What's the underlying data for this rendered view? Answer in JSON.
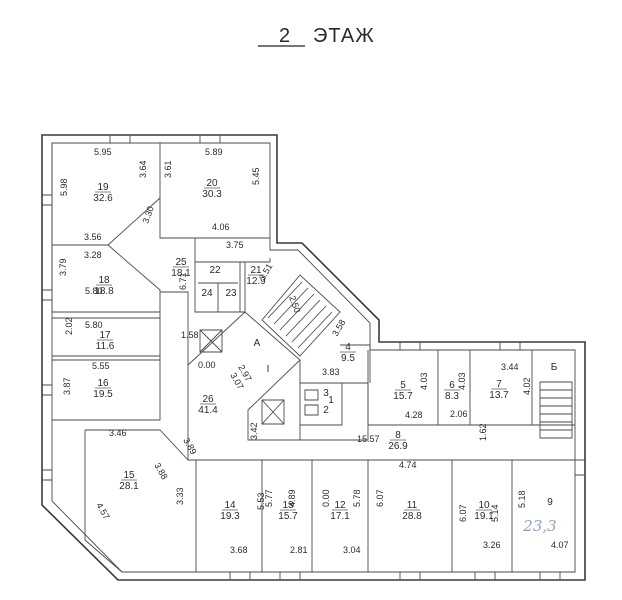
{
  "title": {
    "number": "2",
    "word": "ЭТАЖ"
  },
  "rooms": [
    {
      "id": "r19",
      "number": "19",
      "area": "32.6"
    },
    {
      "id": "r20",
      "number": "20",
      "area": "30.3"
    },
    {
      "id": "r25",
      "number": "25",
      "area": "18.1"
    },
    {
      "id": "r18",
      "number": "18",
      "area": "18.8"
    },
    {
      "id": "r21",
      "number": "21",
      "area": "12.9"
    },
    {
      "id": "r22",
      "number": "22",
      "area": ""
    },
    {
      "id": "r23",
      "number": "23",
      "area": ""
    },
    {
      "id": "r24",
      "number": "24",
      "area": ""
    },
    {
      "id": "r17",
      "number": "17",
      "area": "11.6"
    },
    {
      "id": "r16",
      "number": "16",
      "area": "19.5"
    },
    {
      "id": "r26",
      "number": "26",
      "area": "41.4"
    },
    {
      "id": "r4",
      "number": "4",
      "area": "9.5"
    },
    {
      "id": "r5",
      "number": "5",
      "area": "15.7"
    },
    {
      "id": "r6",
      "number": "6",
      "area": "8.3"
    },
    {
      "id": "r7",
      "number": "7",
      "area": "13.7"
    },
    {
      "id": "r8",
      "number": "8",
      "area": "26.9"
    },
    {
      "id": "r15",
      "number": "15",
      "area": "28.1"
    },
    {
      "id": "r14",
      "number": "14",
      "area": "19.3"
    },
    {
      "id": "r13",
      "number": "13",
      "area": "15.7"
    },
    {
      "id": "r12",
      "number": "12",
      "area": "17.1"
    },
    {
      "id": "r11",
      "number": "11",
      "area": "28.8"
    },
    {
      "id": "r10",
      "number": "10",
      "area": "19.1"
    },
    {
      "id": "r9",
      "number": "9",
      "area": ""
    },
    {
      "id": "r1",
      "number": "1",
      "area": ""
    },
    {
      "id": "r2",
      "number": "2",
      "area": ""
    },
    {
      "id": "r3",
      "number": "3",
      "area": ""
    }
  ],
  "labels": {
    "A": "А",
    "I": "I",
    "B": "Б"
  },
  "dimensions": [
    "5.95",
    "3.64",
    "5.98",
    "5.89",
    "3.61",
    "5.45",
    "3.56",
    "3.30",
    "4.06",
    "3.75",
    "3.28",
    "3.79",
    "6.71",
    "5.80",
    "3.51",
    "2.50",
    "5.80",
    "2.02",
    "1.58",
    "3.58",
    "5.55",
    "0.00",
    "2.97",
    "3.07",
    "3.87",
    "3.83",
    "4.03",
    "4.03",
    "3.44",
    "4.02",
    "4.28",
    "2.06",
    "3.46",
    "3.89",
    "3.42",
    "15.57",
    "1.62",
    "3.88",
    "4.74",
    "4.57",
    "3.33",
    "5.53",
    "5.77",
    "4.89",
    "0.00",
    "5.78",
    "6.07",
    "6.07",
    "5.14",
    "5.18",
    "3.68",
    "2.81",
    "3.04",
    "3.26",
    "4.07"
  ],
  "handwritten_note": "23,3"
}
